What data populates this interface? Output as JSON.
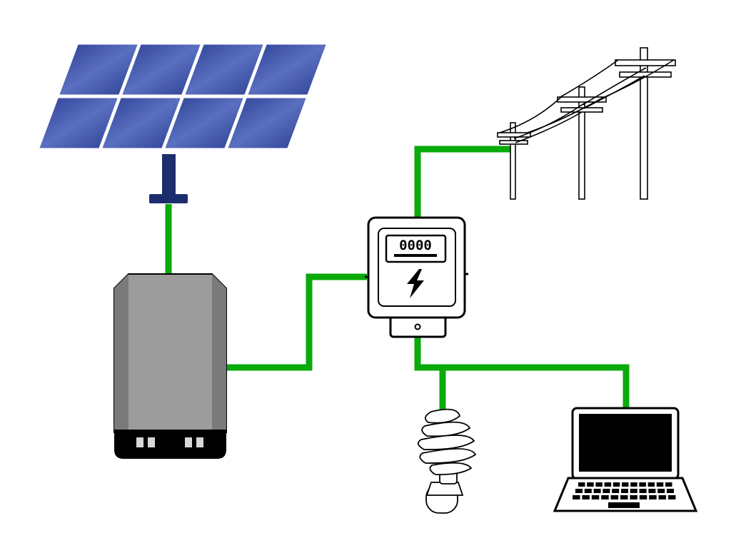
{
  "meter": {
    "display": "0000"
  },
  "colors": {
    "wire": "#0aaa0a",
    "solar_cell": "#3f54a6",
    "solar_mount": "#1c2d6e",
    "inverter_body": "#9c9c9c",
    "inverter_side": "#7a7a7a",
    "inverter_base": "#000000",
    "outline": "#000000",
    "background": "#ffffff"
  },
  "components": [
    {
      "name": "solar-panel",
      "icon": "solar-panel-icon"
    },
    {
      "name": "inverter",
      "icon": "inverter-icon"
    },
    {
      "name": "electric-meter",
      "icon": "electric-meter-icon"
    },
    {
      "name": "power-lines",
      "icon": "utility-pole-icon"
    },
    {
      "name": "light-bulb",
      "icon": "cfl-bulb-icon"
    },
    {
      "name": "laptop",
      "icon": "laptop-icon"
    }
  ]
}
